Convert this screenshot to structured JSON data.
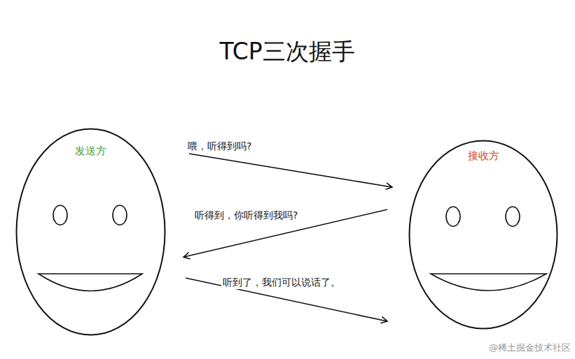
{
  "diagram": {
    "title": "TCP三次握手",
    "nodes": [
      {
        "text": [
          "发送方"
        ]
      },
      {
        "text": [
          "接收方"
        ]
      }
    ],
    "edges": [
      {
        "from": 0,
        "to": 1,
        "label": "喂，听得到吗?",
        "arrow": "to"
      },
      {
        "from": 1,
        "to": 0,
        "label": "听得到，你听得到我吗?",
        "arrow": "to"
      },
      {
        "from": 0,
        "to": 1,
        "label": "听到了，我们可以说话了。",
        "arrow": "to"
      }
    ],
    "labels": [
      "@稀土掘金技术社区"
    ]
  }
}
